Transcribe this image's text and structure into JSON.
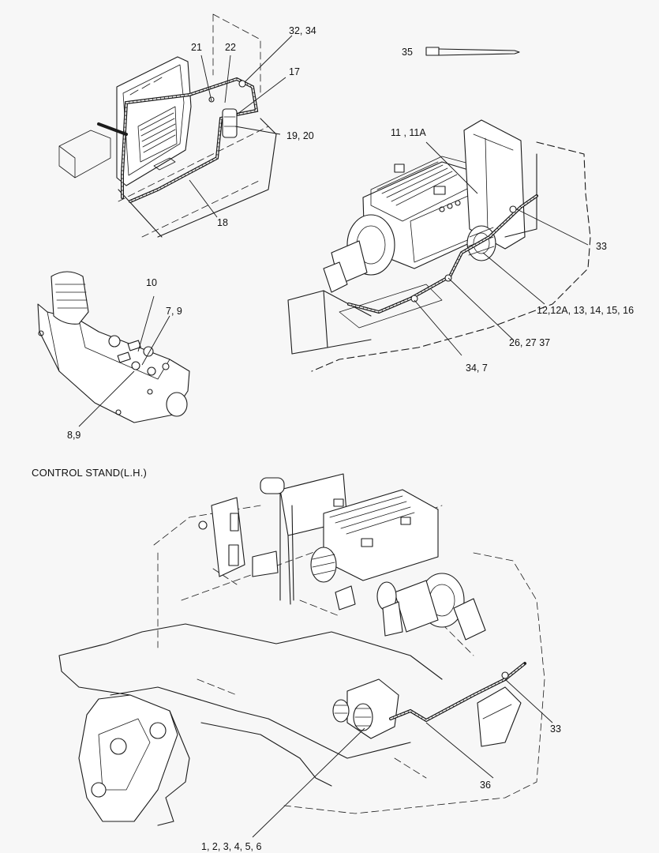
{
  "caption": "CONTROL STAND(L.H.)",
  "callouts": {
    "c21": "21",
    "c22": "22",
    "c32_34": "32, 34",
    "c35": "35",
    "c17": "17",
    "c19_20": "19, 20",
    "c11_11a": "11 , 11A",
    "c18": "18",
    "c33_top": "33",
    "c10": "10",
    "c7_9": "7, 9",
    "c12_16": "12,12A, 13, 14, 15, 16",
    "c26_27_37": "26, 27 37",
    "c34_7": "34, 7",
    "c8_9": "8,9",
    "c33_bottom": "33",
    "c36": "36",
    "c1_6": "1, 2, 3, 4, 5, 6"
  }
}
